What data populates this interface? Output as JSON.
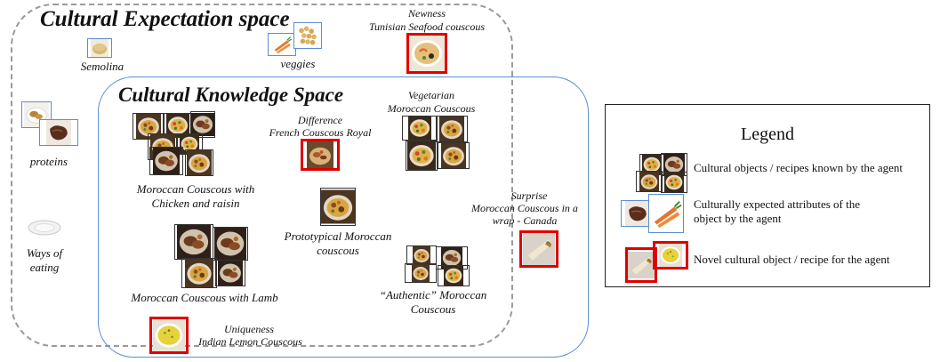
{
  "cultural_expectation_space": {
    "title": "Cultural Expectation space",
    "items": {
      "semolina": "Semolina",
      "veggies": "veggies",
      "proteins": "proteins",
      "ways_of_eating": "Ways of eating",
      "newness_tag": "Newness",
      "newness_dish": "Tunisian Seafood couscous"
    }
  },
  "cultural_knowledge_space": {
    "title": "Cultural Knowledge Space",
    "items": {
      "chicken_raisin": "Moroccan Couscous with Chicken and raisin",
      "lamb": "Moroccan Couscous with Lamb",
      "difference_tag": "Difference",
      "difference_dish": "French Couscous Royal",
      "vegetarian_line1": "Vegetarian",
      "vegetarian_line2": "Moroccan Couscous",
      "prototypical": "Prototypical Moroccan couscous",
      "authentic": "“Authentic” Moroccan Couscous",
      "surprise_tag": "Surprise",
      "surprise_dish": "Moroccan Couscous in a wrap - Canada",
      "uniqueness_tag": "Uniqueness",
      "uniqueness_dish": "Indian Lemon Couscous"
    }
  },
  "legend": {
    "title": "Legend",
    "items": [
      {
        "label": "Cultural objects / recipes known by the agent"
      },
      {
        "label": "Culturally expected attributes of the object  by the agent"
      },
      {
        "label": "Novel cultural object / recipe for the agent"
      }
    ]
  },
  "colors": {
    "expectation_border": "#9a9a9a",
    "knowledge_border": "#5b8fcf",
    "novel_border": "#e00000"
  }
}
